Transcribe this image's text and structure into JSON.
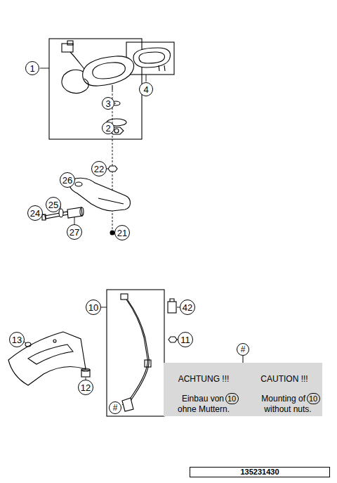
{
  "diagram": {
    "nodes": [
      {
        "text": [
          "1"
        ]
      },
      {
        "text": [
          "4"
        ]
      },
      {
        "text": [
          "3"
        ]
      },
      {
        "text": [
          "2"
        ]
      },
      {
        "text": [
          "22"
        ]
      },
      {
        "text": [
          "26"
        ]
      },
      {
        "text": [
          "25"
        ]
      },
      {
        "text": [
          "24"
        ]
      },
      {
        "text": [
          "27"
        ]
      },
      {
        "text": [
          "21"
        ]
      },
      {
        "text": [
          "10"
        ]
      },
      {
        "text": [
          "42"
        ]
      },
      {
        "text": [
          "11"
        ]
      },
      {
        "text": [
          "13"
        ]
      },
      {
        "text": [
          "#"
        ]
      },
      {
        "text": [
          "ACHTUNG !!!",
          "CAUTION !!!",
          "Einbau von",
          "ohne Muttern.",
          "Mounting of",
          "without nuts."
        ]
      },
      {
        "text": [
          "10"
        ],
        "in": 15
      },
      {
        "text": [
          "10"
        ],
        "in": 15
      },
      {
        "text": [
          "12"
        ]
      },
      {
        "text": [
          "#"
        ]
      },
      {
        "text": [
          "135231430"
        ]
      }
    ],
    "edges": [
      {
        "from": 14,
        "to": 15,
        "arrow": "none"
      }
    ]
  }
}
